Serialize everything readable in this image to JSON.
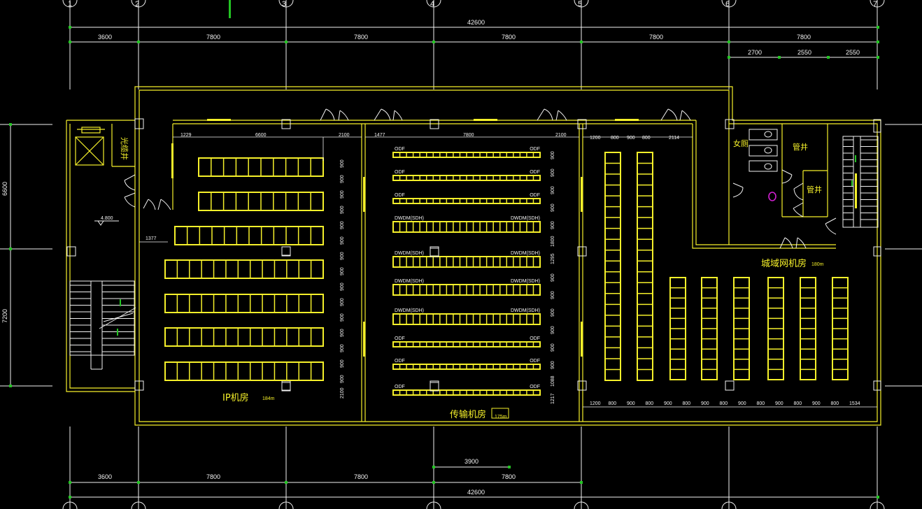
{
  "grid_ids": [
    "1",
    "2",
    "3",
    "4",
    "5",
    "6",
    "7"
  ],
  "top_dims": {
    "overall": "42600",
    "bays": [
      "3600",
      "7800",
      "7800",
      "7800",
      "7800",
      "7800"
    ],
    "sub": [
      "2700",
      "2550",
      "2550"
    ]
  },
  "bottom_dims": {
    "overall": "42600",
    "bays": [
      "3600",
      "7800",
      "7800",
      "7800"
    ],
    "offset": "3900"
  },
  "left_dims": [
    "6600",
    "7200"
  ],
  "rooms": {
    "ip_name": "IP机房",
    "ip_area": "184m",
    "trans_name": "传输机房",
    "trans_area": "175m",
    "metro_name": "城域网机房",
    "metro_area": "180m",
    "cable_well": "光缆井",
    "female_wc": "女厕",
    "pipe_well_1": "管井",
    "pipe_well_2": "管井"
  },
  "inner_dims": {
    "ip_top": [
      "1229",
      "6600",
      "2100"
    ],
    "ip_left": "1377",
    "ip_col": [
      "900",
      "900",
      "900",
      "900",
      "900",
      "900",
      "900",
      "900",
      "900",
      "900",
      "900",
      "900",
      "900",
      "900",
      "900",
      "2100"
    ],
    "trans_top": [
      "1477",
      "7800",
      "2100"
    ],
    "trans_col": [
      "900",
      "900",
      "900",
      "900",
      "900",
      "1800",
      "1295",
      "900",
      "900",
      "900",
      "900",
      "900",
      "900",
      "1088",
      "1217"
    ],
    "metro_top": [
      "1200",
      "800",
      "900",
      "800",
      "2114"
    ],
    "metro_bottom": [
      "1200",
      "800",
      "900",
      "800",
      "900",
      "800",
      "900",
      "800",
      "900",
      "800",
      "900",
      "800",
      "900",
      "800",
      "1534"
    ],
    "level": "4.800"
  },
  "rack_labels": {
    "r0": [
      "ODF",
      "ODF"
    ],
    "r1": [
      "ODF",
      "ODF"
    ],
    "r2": [
      "ODF",
      "ODF"
    ],
    "r3": [
      "DWDM(SDH)",
      "DWDM(SDH)"
    ],
    "r4": [
      "DWDM(SDH)",
      "DWDM(SDH)"
    ],
    "r5": [
      "DWDM(SDH)",
      "DWDM(SDH)"
    ],
    "r6": [
      "DWDM(SDH)",
      "DWDM(SDH)"
    ],
    "r7": [
      "ODF",
      "ODF"
    ],
    "r8": [
      "ODF",
      "ODF"
    ],
    "r9": [
      "ODF",
      "ODF"
    ]
  },
  "colors": {
    "wall": "#f5f02a",
    "grid": "#f2f2f2",
    "mark": "#23c423",
    "door": "#f2f2f2",
    "accent": "#d020d0"
  }
}
